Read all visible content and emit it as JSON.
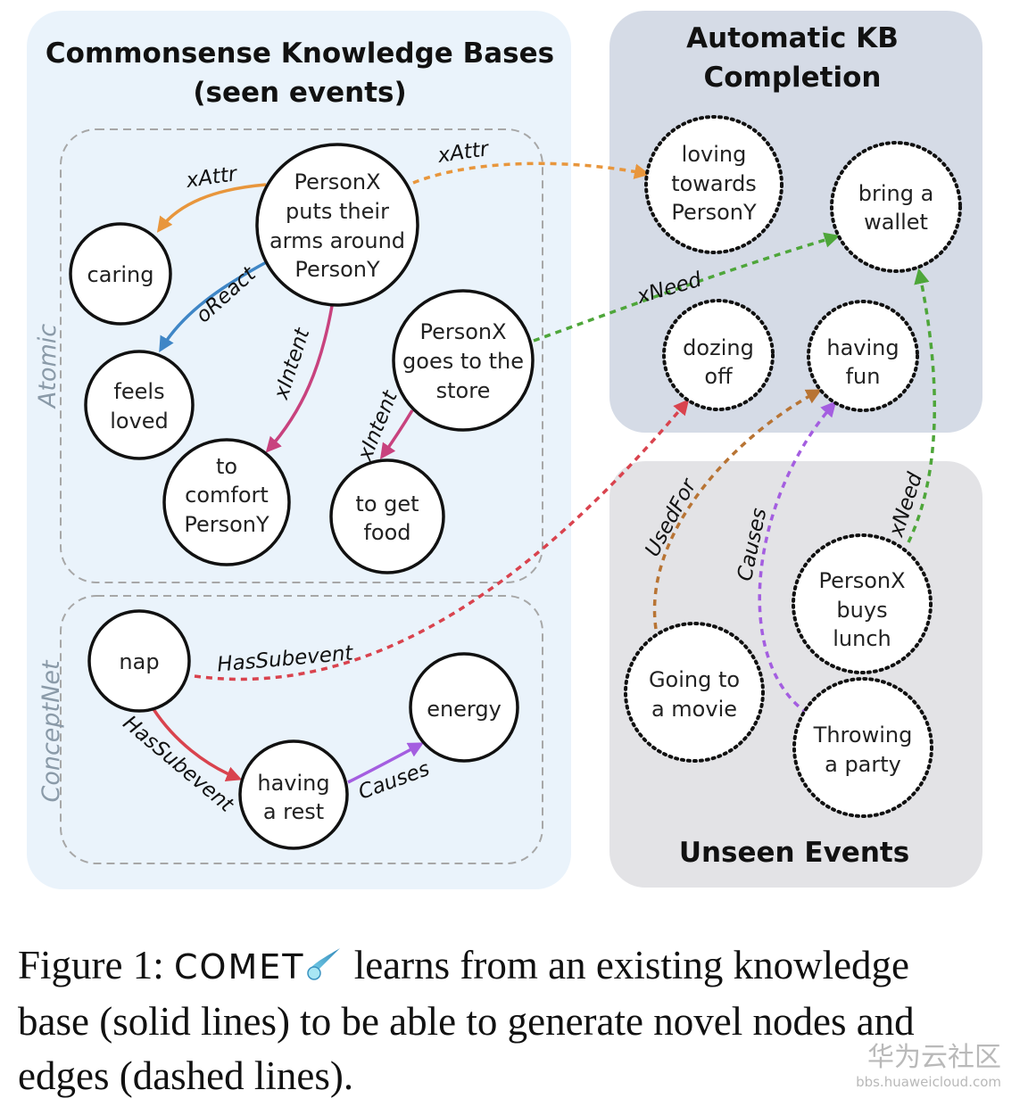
{
  "panels": {
    "kb_title": [
      "Commonsense Knowledge Bases",
      "(seen events)"
    ],
    "completion_title": [
      "Automatic KB",
      "Completion"
    ],
    "unseen_title": "Unseen Events"
  },
  "groups": {
    "atomic": "Atomic",
    "conceptnet": "ConceptNet"
  },
  "nodes": {
    "personx_arms": [
      "PersonX",
      "puts their",
      "arms around",
      "PersonY"
    ],
    "caring": [
      "caring"
    ],
    "feels_loved": [
      "feels",
      "loved"
    ],
    "comfort": [
      "to",
      "comfort",
      "PersonY"
    ],
    "store": [
      "PersonX",
      "goes to the",
      "store"
    ],
    "get_food": [
      "to get",
      "food"
    ],
    "nap": [
      "nap"
    ],
    "having_rest": [
      "having",
      "a rest"
    ],
    "energy": [
      "energy"
    ],
    "loving": [
      "loving",
      "towards",
      "PersonY"
    ],
    "wallet": [
      "bring a",
      "wallet"
    ],
    "dozing": [
      "dozing",
      "off"
    ],
    "fun": [
      "having",
      "fun"
    ],
    "lunch": [
      "PersonX",
      "buys",
      "lunch"
    ],
    "movie": [
      "Going to",
      "a movie"
    ],
    "party": [
      "Throwing",
      "a party"
    ]
  },
  "edges": {
    "xattr_seen": "xAttr",
    "oreact": "oReact",
    "xintent_1": "xIntent",
    "xintent_2": "xIntent",
    "xattr_new": "xNeed",
    "xattr_new_top": "xAttr",
    "hassubevent_new": "HasSubevent",
    "hassubevent_seen": "HasSubevent",
    "causes_seen": "Causes",
    "usedfor": "UsedFor",
    "causes_new": "Causes",
    "xneed_unseen": "xNeed"
  },
  "colors": {
    "xAttr": "#e8963c",
    "oReact": "#3f86c6",
    "xIntent": "#c8427e",
    "xNeed": "#4ea63a",
    "HasSubevent": "#d9434e",
    "Causes": "#a45ee0",
    "UsedFor": "#b87434"
  },
  "caption": {
    "prefix": "Figure 1: ",
    "model": "COMET",
    "rest_line1": " learns from an existing knowledge",
    "line2": "base (solid lines) to be able to generate novel nodes and",
    "line3": "edges (dashed lines)."
  },
  "watermark": {
    "main": "华为云社区",
    "sub": "bbs.huaweicloud.com"
  }
}
